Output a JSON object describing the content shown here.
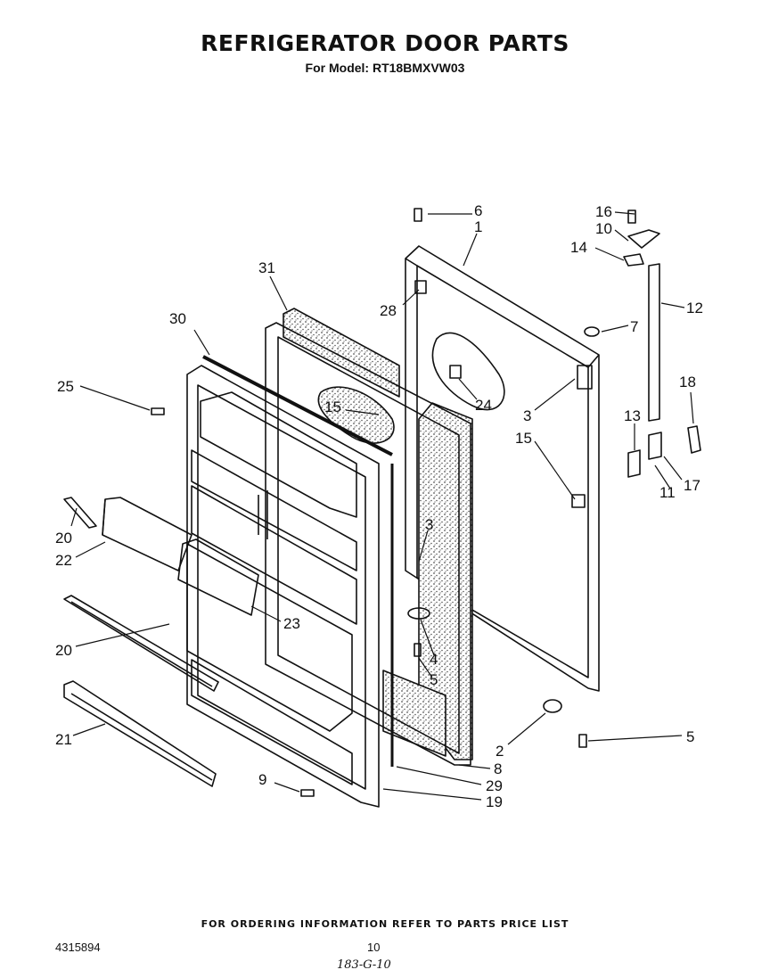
{
  "header": {
    "title": "REFRIGERATOR DOOR PARTS",
    "model_line": "For Model: RT18BMXVW03"
  },
  "callouts": {
    "c1": "1",
    "c2": "2",
    "c3a": "3",
    "c3b": "3",
    "c4": "4",
    "c5a": "5",
    "c5b": "5",
    "c6": "6",
    "c7": "7",
    "c8": "8",
    "c9": "9",
    "c10": "10",
    "c11": "11",
    "c12": "12",
    "c13": "13",
    "c14": "14",
    "c15a": "15",
    "c15b": "15",
    "c16": "16",
    "c17": "17",
    "c18": "18",
    "c19": "19",
    "c20a": "20",
    "c20b": "20",
    "c21": "21",
    "c22": "22",
    "c23": "23",
    "c24": "24",
    "c25": "25",
    "c28": "28",
    "c29": "29",
    "c30": "30",
    "c31": "31"
  },
  "footer": {
    "ordering_note": "FOR ORDERING INFORMATION REFER TO PARTS PRICE LIST",
    "doc_number": "4315894",
    "page_number": "10",
    "handwritten_note": "183-G-10"
  },
  "colors": {
    "ink": "#111111",
    "stipple": "#9a9a9a",
    "background": "#ffffff"
  }
}
